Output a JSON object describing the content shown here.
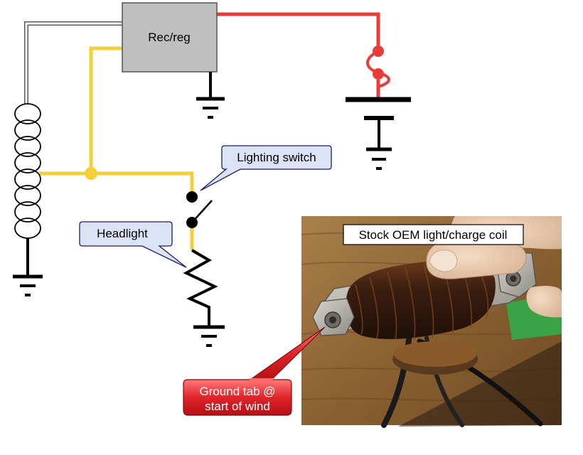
{
  "components": {
    "rec_reg": "Rec/reg"
  },
  "callouts": {
    "lighting_switch": "Lighting switch",
    "headlight": "Headlight",
    "photo_caption": "Stock OEM light/charge coil",
    "ground_tab_line1": "Ground tab @",
    "ground_tab_line2": "start of wind"
  },
  "wire_colors": {
    "battery_positive": "#ea3b3b",
    "lighting_output": "#f3d03a",
    "charge_output": "#ffffff",
    "ground": "#000000"
  },
  "callout_colors": {
    "label_fill": "#dde3f7",
    "alert_fill": "#e0242a"
  },
  "photo": {
    "subject": "stator-coil",
    "background": "wood-desk"
  }
}
